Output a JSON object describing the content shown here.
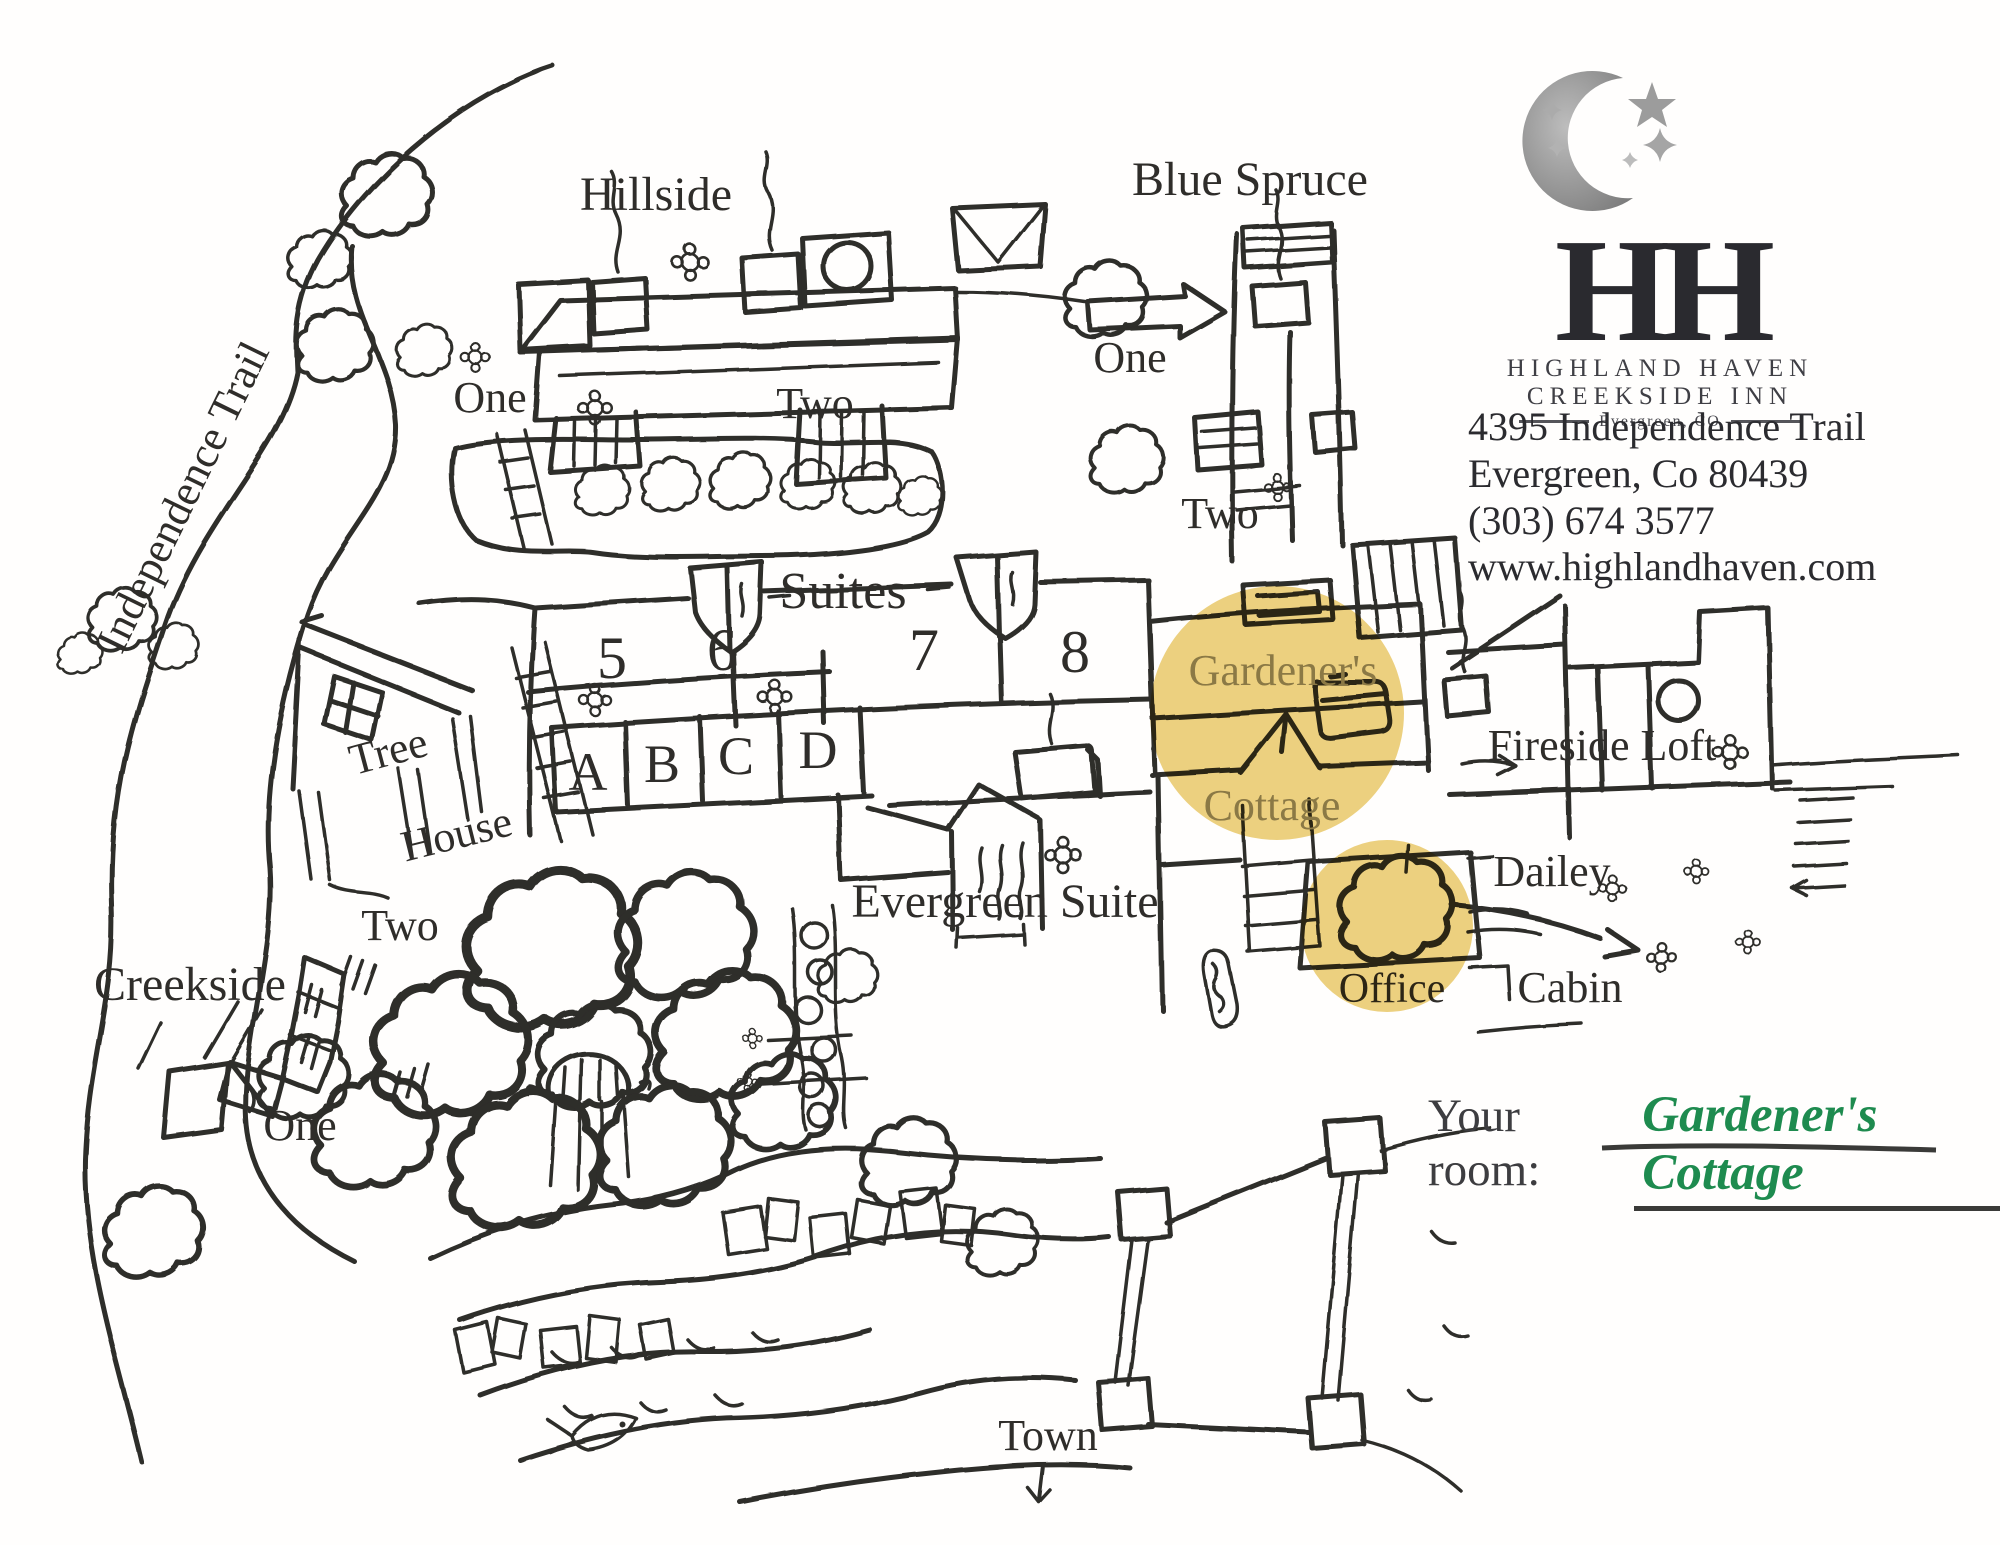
{
  "logo": {
    "monogram": "HH",
    "name_line1": "HIGHLAND HAVEN",
    "name_line2": "CREEKSIDE INN",
    "location": "Evergreen, CO",
    "icons": [
      "crescent-moon-icon",
      "star-icon",
      "sparkle-icon"
    ]
  },
  "contact": {
    "address_line1": "4395 Independence Trail",
    "address_line2": "Evergreen, Co 80439",
    "phone": "(303) 674 3577",
    "website": "www.highlandhaven.com"
  },
  "room_assignment": {
    "label": "Your room:",
    "room": "Gardener's Cottage"
  },
  "map": {
    "trail_label": "Independence Trail",
    "hillside": {
      "title": "Hillside",
      "units": [
        "One",
        "Two"
      ]
    },
    "blue_spruce": {
      "title": "Blue Spruce",
      "units": [
        "One",
        "Two"
      ]
    },
    "suites": {
      "title": "Suites",
      "numbers": [
        "5",
        "6",
        "7",
        "8"
      ],
      "letters": [
        "A",
        "B",
        "C",
        "D"
      ]
    },
    "tree_house": {
      "line1": "Tree",
      "line2": "House"
    },
    "creekside": {
      "title": "Creekside",
      "units": [
        "Two",
        "One"
      ]
    },
    "evergreen_suite": {
      "title": "Evergreen Suite"
    },
    "gardeners_cottage": {
      "line1": "Gardener's",
      "line2": "Cottage"
    },
    "fireside_loft": {
      "title": "Fireside Loft"
    },
    "dailey_cabin": {
      "line1": "Dailey",
      "line2": "Cabin"
    },
    "office": {
      "title": "Office"
    },
    "town": {
      "title": "Town"
    }
  },
  "colors": {
    "highlight": "#E9C96A",
    "ink": "#2f2d2a",
    "room_green": "#1e8b4f",
    "logo_gray": "#9a9a9a"
  }
}
